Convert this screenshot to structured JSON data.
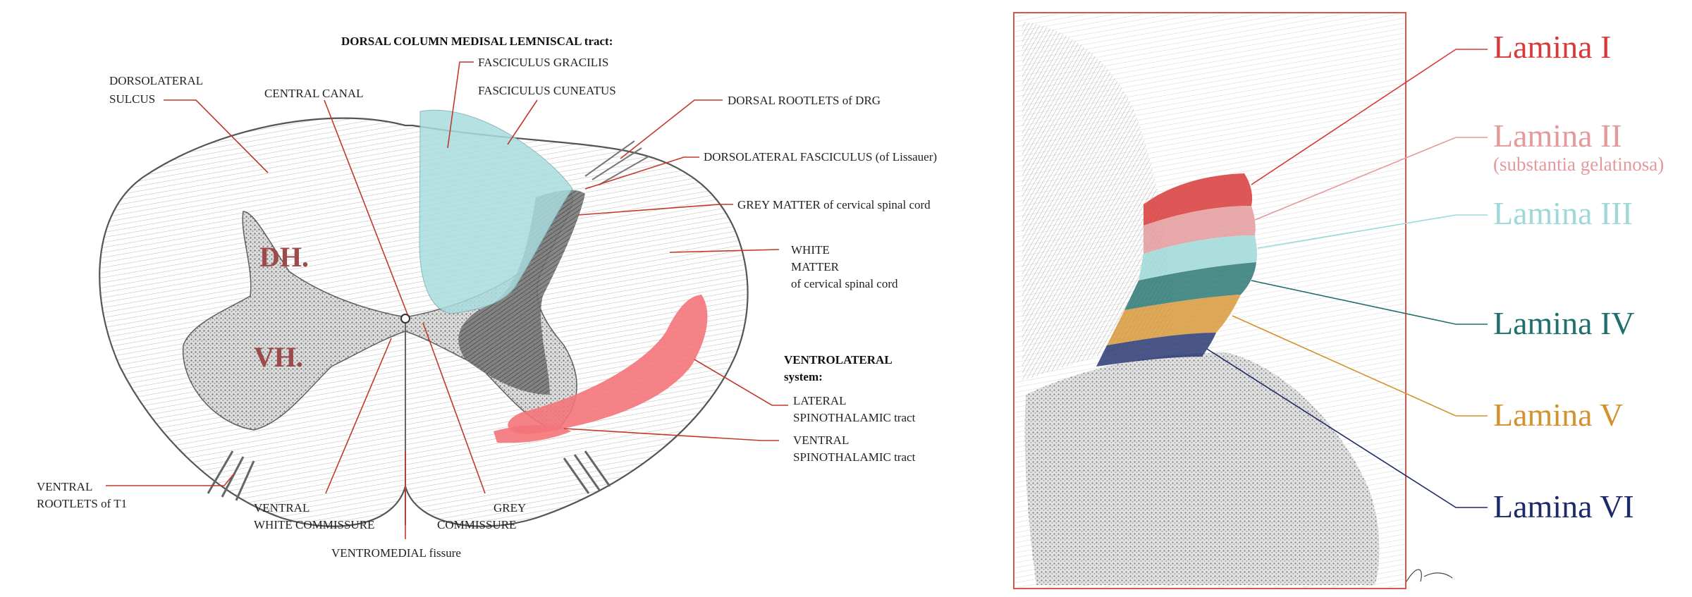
{
  "colors": {
    "leader": "#c0392b",
    "dorsal_column": "#a9dcdf",
    "spinothalamic": "#f4747a",
    "horn_label": "#9c4a4a",
    "frame": "#d9534f",
    "lamina_I": "#d83a3a",
    "lamina_II": "#e49a9c",
    "lamina_III": "#9fd8d8",
    "lamina_IV": "#1f6f6c",
    "lamina_V": "#d4922e",
    "lamina_VI": "#1d2a6a"
  },
  "left": {
    "dorsolateral_sulcus": [
      "DORSOLATERAL",
      "SULCUS"
    ],
    "central_canal": "CENTRAL CANAL",
    "dcml_heading": "DORSAL COLUMN MEDISAL LEMNISCAL tract:",
    "fasciculus_gracilis": "FASCICULUS GRACILIS",
    "fasciculus_cuneatus": "FASCICULUS CUNEATUS",
    "dorsal_rootlets": "DORSAL ROOTLETS of DRG",
    "dorsolateral_fasciculus": "DORSOLATERAL FASCICULUS (of Lissauer)",
    "grey_matter": "GREY MATTER of cervical spinal cord",
    "white_matter": [
      "WHITE",
      "MATTER",
      "of cervical spinal cord"
    ],
    "ventrolateral_system": [
      "VENTROLATERAL",
      "system:"
    ],
    "lateral_spinothalamic": [
      "LATERAL",
      "SPINOTHALAMIC tract"
    ],
    "ventral_spinothalamic": [
      "VENTRAL",
      "SPINOTHALAMIC tract"
    ],
    "ventral_rootlets": [
      "VENTRAL",
      "ROOTLETS of T1"
    ],
    "ventral_white_commissure": [
      "VENTRAL",
      "WHITE COMMISSURE"
    ],
    "grey_commissure": [
      "GREY",
      "COMMISSURE"
    ],
    "ventromedial_fissure": "VENTROMEDIAL fissure",
    "dorsal_horn": "DH.",
    "ventral_horn": "VH."
  },
  "right": {
    "lamina_I": "Lamina I",
    "lamina_II": "Lamina II",
    "lamina_II_sub": "(substantia gelatinosa)",
    "lamina_III": "Lamina III",
    "lamina_IV": "Lamina IV",
    "lamina_V": "Lamina V",
    "lamina_VI": "Lamina VI"
  }
}
